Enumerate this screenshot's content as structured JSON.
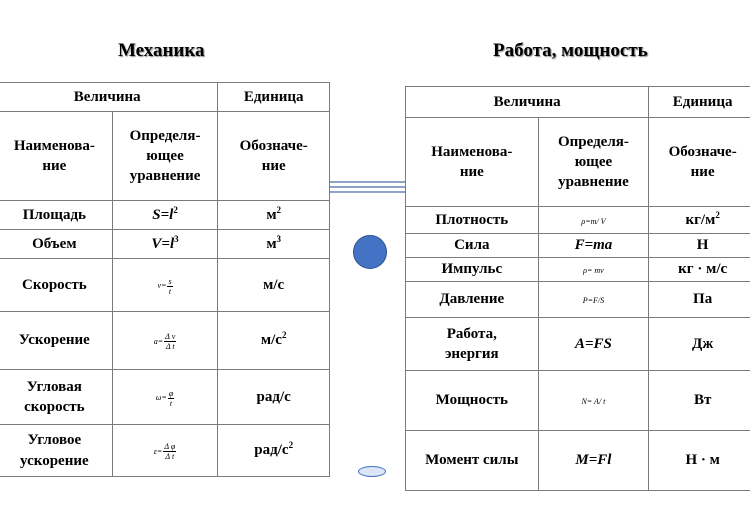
{
  "left": {
    "title": "Механика",
    "header": {
      "quantity": "Величина",
      "unit": "Единица"
    },
    "subheader": {
      "name": "Наименова-\nние",
      "equation": "Определя-\nющее\nуравнение",
      "symbol": "Обозначе-\nние"
    },
    "rows": [
      {
        "name": "Площадь",
        "eq_base": "S=l",
        "eq_sup": "2",
        "unit_base": "м",
        "unit_sup": "2"
      },
      {
        "name": "Объем",
        "eq_base": "V=l",
        "eq_sup": "3",
        "unit_base": "м",
        "unit_sup": "3"
      },
      {
        "name": "Скорость",
        "eq_left": "v=",
        "eq_num": "s",
        "eq_den": "t",
        "unit_base": "м/с",
        "unit_sup": ""
      },
      {
        "name": "Ускорение",
        "eq_left": "a=",
        "eq_num": "Δ v",
        "eq_den": "Δ t",
        "unit_base": "м/с",
        "unit_sup": "2"
      },
      {
        "name": "Угловая\nскорость",
        "eq_left": "ω=",
        "eq_num": "φ",
        "eq_den": "t",
        "unit_base": "рад/с",
        "unit_sup": ""
      },
      {
        "name": "Угловое\nускорение",
        "eq_left": "ε=",
        "eq_num": "Δ φ",
        "eq_den": "Δ t",
        "unit_base": "рад/с",
        "unit_sup": "2"
      }
    ]
  },
  "right": {
    "title": "Работа, мощность",
    "header": {
      "quantity": "Величина",
      "unit": "Единица"
    },
    "subheader": {
      "name": "Наименова-\nние",
      "equation": "Определя-\nющее\nуравнение",
      "symbol": "Обозначе-\nние"
    },
    "rows": [
      {
        "name": "Плотность",
        "eq": "ρ=m/ V",
        "unit_base": "кг/м",
        "unit_sup": "2"
      },
      {
        "name": "Сила",
        "eq": "F=ma",
        "unit_base": "Н",
        "unit_sup": ""
      },
      {
        "name": "Импульс",
        "eq": "ρ= mv",
        "unit_base": "кг · м/с",
        "unit_sup": ""
      },
      {
        "name": "Давление",
        "eq": "P=F/S",
        "unit_base": "Па",
        "unit_sup": ""
      },
      {
        "name": "Работа,\nэнергия",
        "eq": "A=FS",
        "unit_base": "Дж",
        "unit_sup": ""
      },
      {
        "name": "Мощность",
        "eq": "N= A/ t",
        "unit_base": "Вт",
        "unit_sup": ""
      },
      {
        "name": "Момент силы",
        "eq": "M=Fl",
        "unit_base": "Н · м",
        "unit_sup": ""
      }
    ]
  },
  "colors": {
    "shape_fill": "#4472c4",
    "line": "#8da3c8"
  }
}
